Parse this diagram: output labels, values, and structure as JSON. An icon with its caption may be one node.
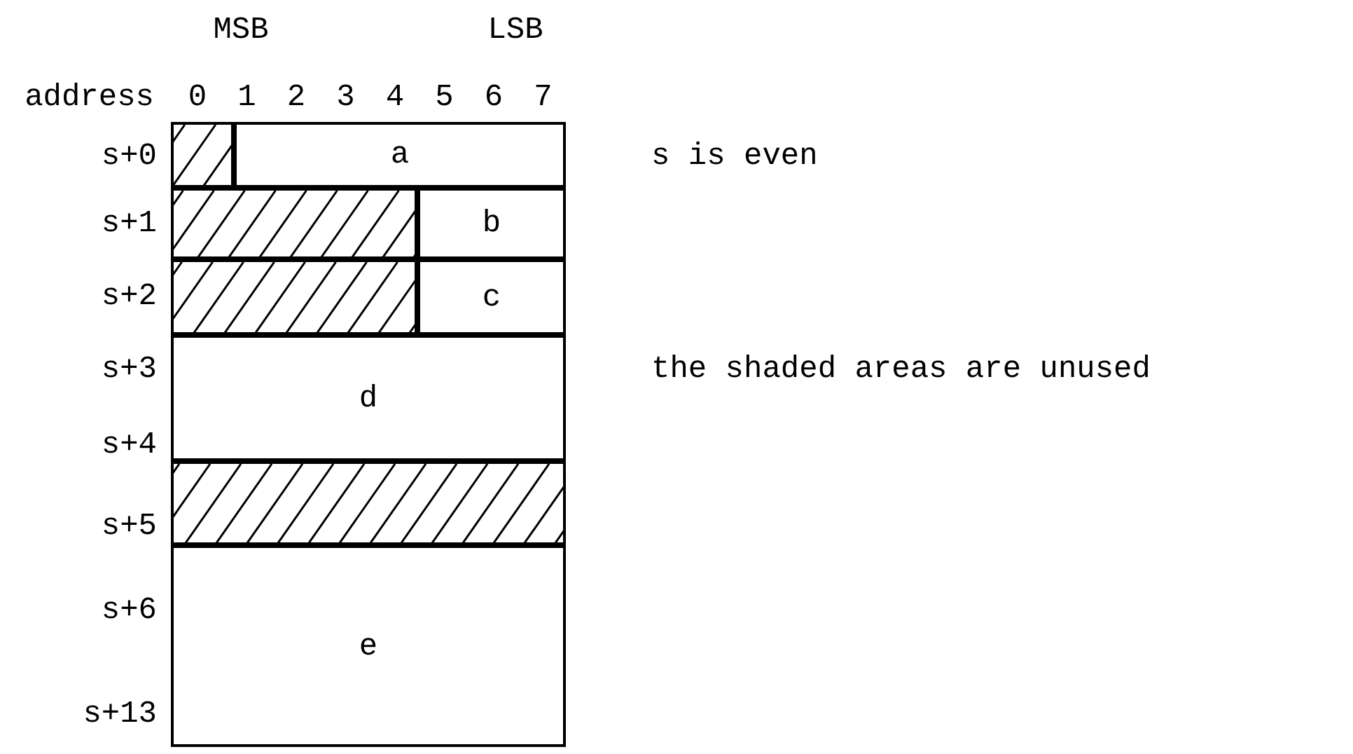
{
  "diagram": {
    "nodes": [
      {
        "text": [],
        "shape": "box"
      },
      {
        "text": [
          "a"
        ]
      },
      {
        "text": [],
        "shape": "box"
      },
      {
        "text": [
          "b"
        ]
      },
      {
        "text": [],
        "shape": "box"
      },
      {
        "text": [
          "c"
        ]
      },
      {
        "text": [
          "d"
        ]
      },
      {
        "text": [],
        "shape": "box"
      },
      {
        "text": [
          "e"
        ]
      }
    ],
    "labels": [
      "MSB",
      "LSB",
      "address",
      "0",
      "1",
      "2",
      "3",
      "4",
      "5",
      "6",
      "7",
      "s+0",
      "s+1",
      "s+2",
      "s+3",
      "s+4",
      "s+5",
      "s+6",
      "s+13",
      "s is even",
      "the shaded areas are unused"
    ]
  }
}
